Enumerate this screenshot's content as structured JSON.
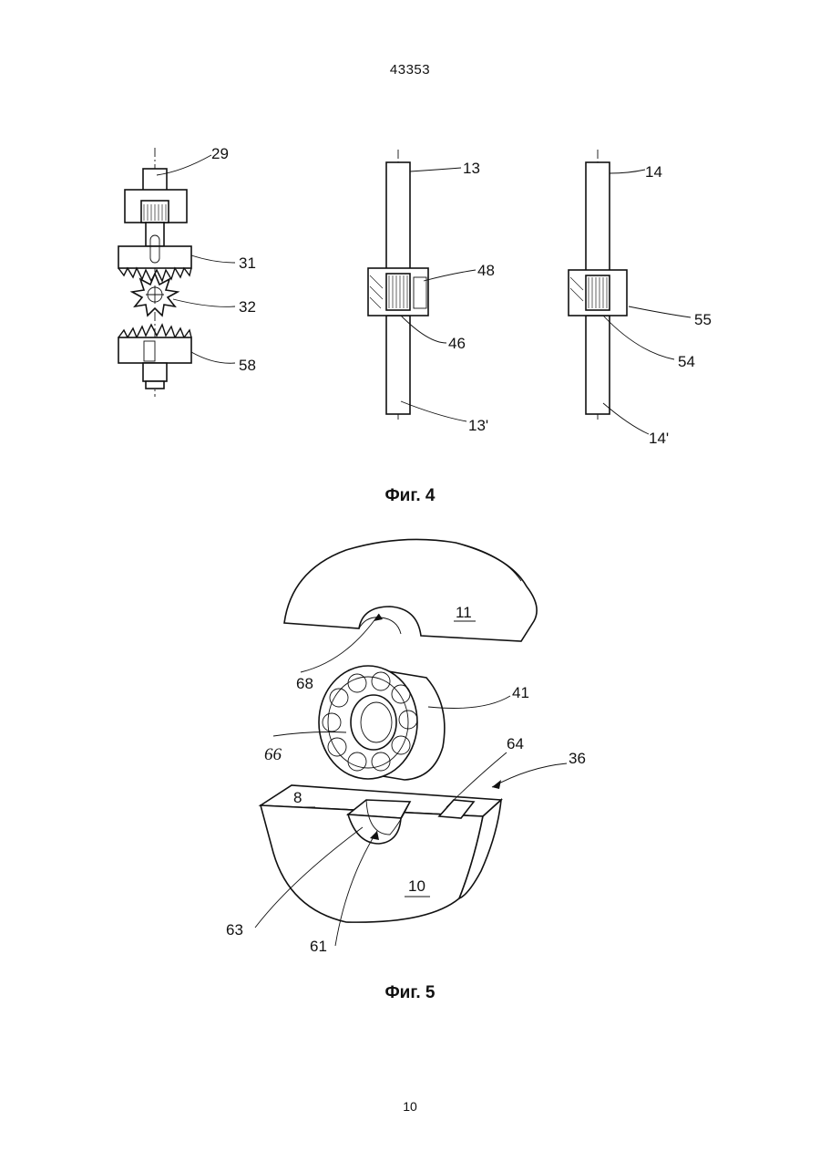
{
  "header": {
    "doc_number": "43353"
  },
  "figure4": {
    "caption": "Фиг. 4",
    "labels": {
      "l29": "29",
      "l31": "31",
      "l32": "32",
      "l58": "58",
      "l13": "13",
      "l48": "48",
      "l46": "46",
      "l13p": "13'",
      "l14": "14",
      "l55": "55",
      "l54": "54",
      "l14p": "14'"
    }
  },
  "figure5": {
    "caption": "Фиг. 5",
    "labels": {
      "l11": "11",
      "l68": "68",
      "l41": "41",
      "l66": "66",
      "l64": "64",
      "l36": "36",
      "l8": "8",
      "l10": "10",
      "l63": "63",
      "l61": "61"
    }
  },
  "footer": {
    "page_number": "10"
  }
}
